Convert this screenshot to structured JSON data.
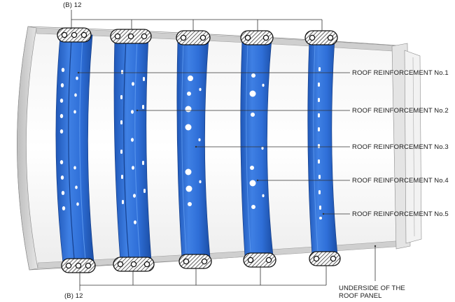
{
  "labels": {
    "fastener_top": "(B) 12",
    "fastener_bottom": "(B) 12",
    "reinforcement_1": "ROOF REINFORCEMENT No.1",
    "reinforcement_2": "ROOF REINFORCEMENT No.2",
    "reinforcement_3": "ROOF REINFORCEMENT No.3",
    "reinforcement_4": "ROOF REINFORCEMENT No.4",
    "reinforcement_5": "ROOF REINFORCEMENT No.5",
    "underside_line1": "UNDERSIDE OF THE",
    "underside_line2": "ROOF PANEL"
  },
  "colors": {
    "reinforcement_blue": "#2f6fd8",
    "reinforcement_dark": "#1d4fa8",
    "panel_gray": "#d9d9d9",
    "leader_line": "#333333"
  }
}
